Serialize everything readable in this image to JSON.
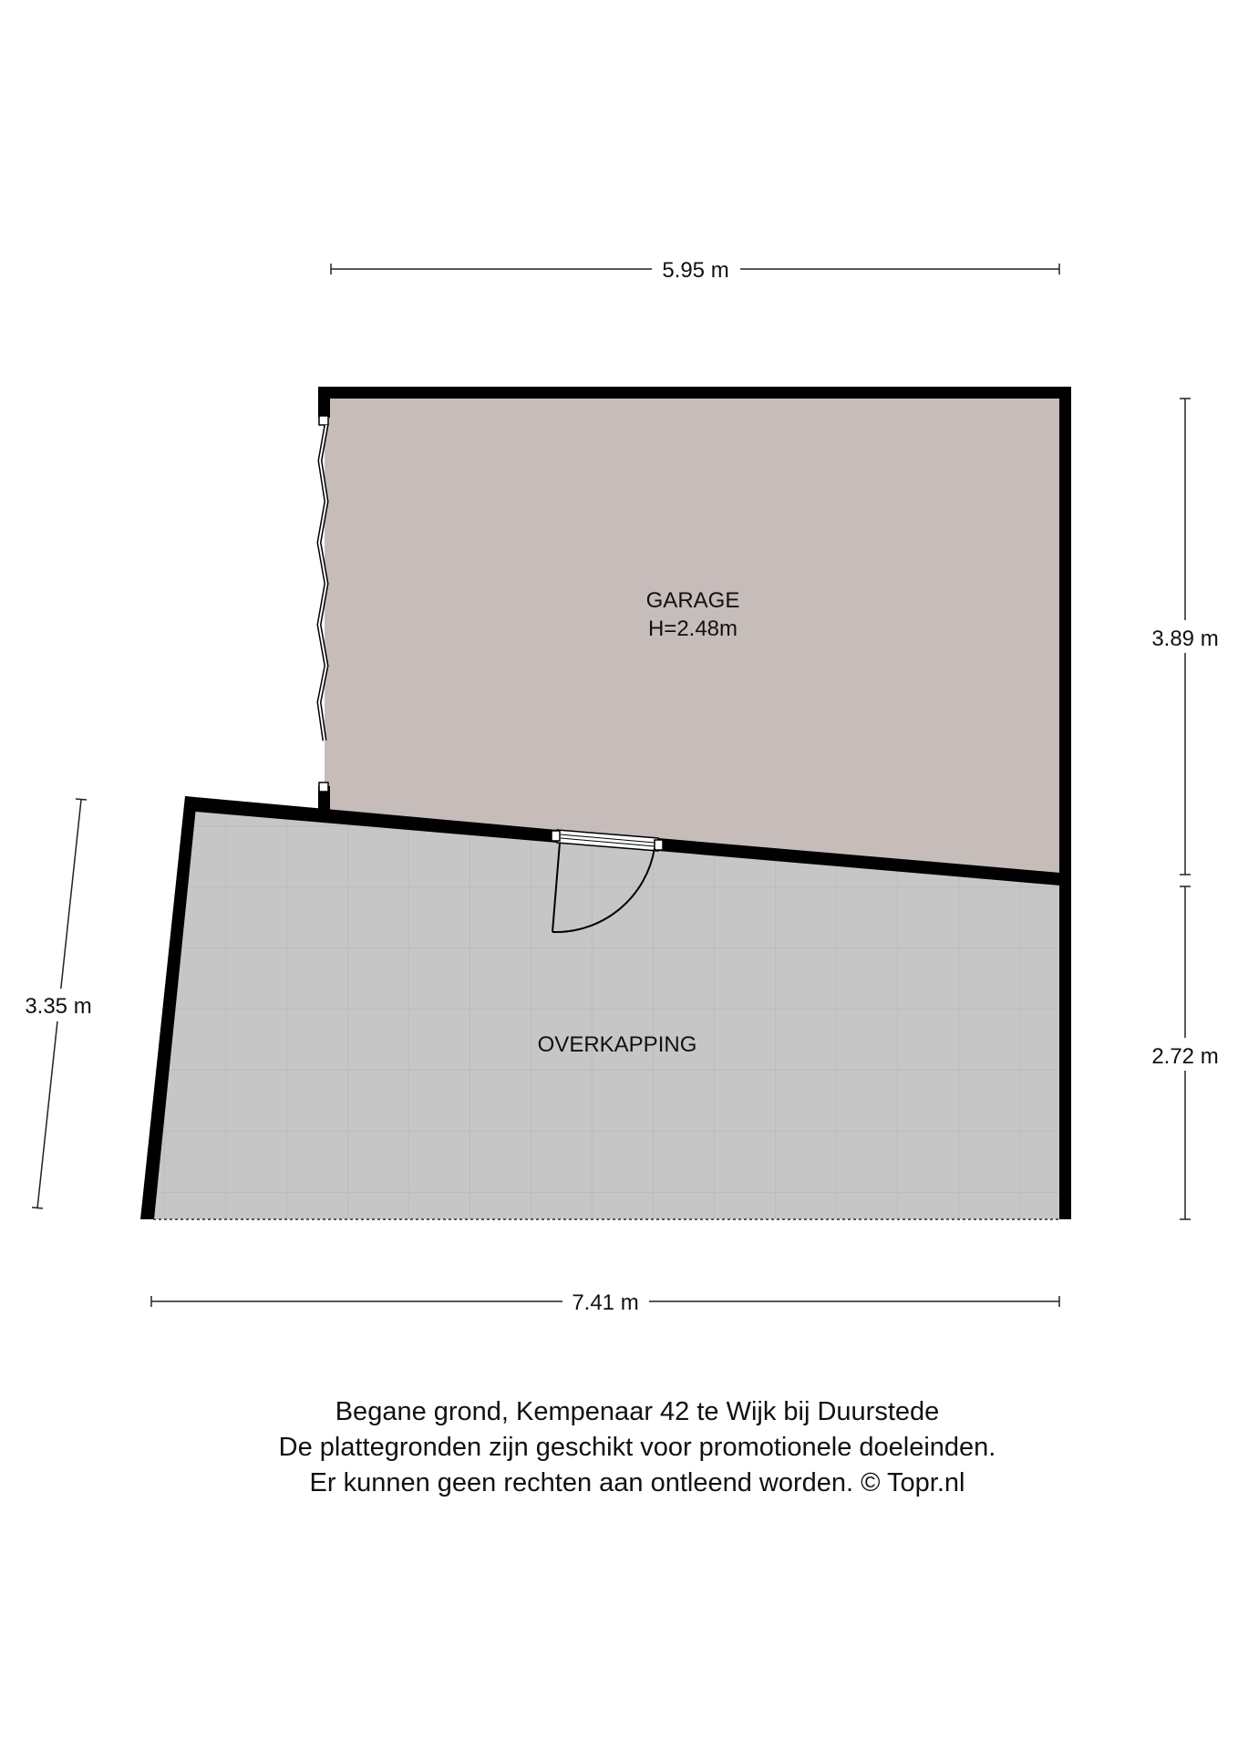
{
  "rooms": {
    "garage": {
      "name": "GARAGE",
      "height": "H=2.48m"
    },
    "overkapping": {
      "name": "OVERKAPPING"
    }
  },
  "dimensions": {
    "top": "5.95 m",
    "bottom": "7.41 m",
    "right_upper": "3.89 m",
    "right_lower": "2.72 m",
    "left": "3.35 m"
  },
  "footer": {
    "line1": "Begane grond, Kempenaar 42 te Wijk bij Duurstede",
    "line2": "De plattegronden zijn geschikt voor promotionele doeleinden.",
    "line3": "Er kunnen geen rechten aan ontleend worden. © Topr.nl"
  },
  "colors": {
    "garage_fill": "#c6bdbb",
    "overkapping_fill": "#c5c5c5",
    "wall": "#000000"
  }
}
